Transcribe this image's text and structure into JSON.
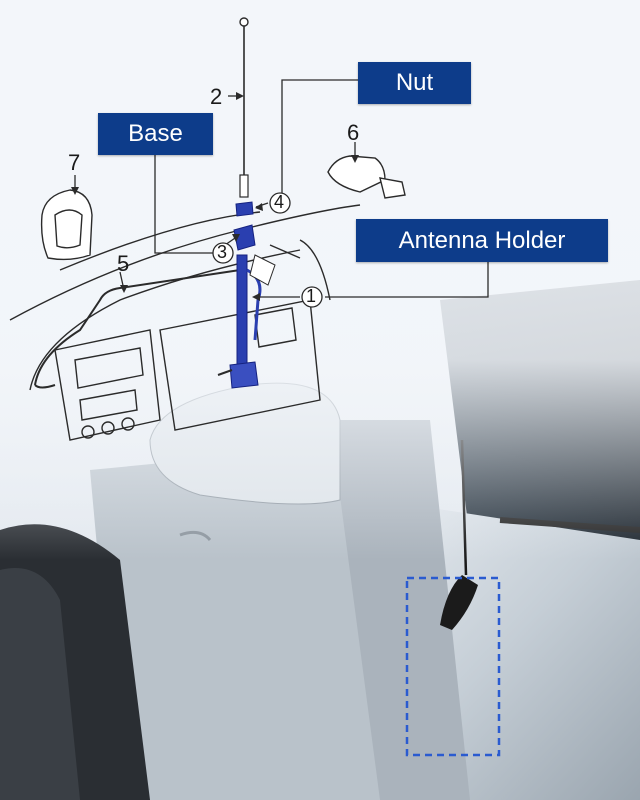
{
  "labels": {
    "nut": "Nut",
    "base": "Base",
    "antenna_holder": "Antenna Holder"
  },
  "callouts": {
    "c1": "1",
    "c2": "2",
    "c3": "3",
    "c4": "4",
    "c5": "5",
    "c6": "6",
    "c7": "7"
  },
  "colors": {
    "label_bg": "#0d3c8a",
    "highlight": "#2a3fb0",
    "dashed_box": "#2a5bd0"
  }
}
